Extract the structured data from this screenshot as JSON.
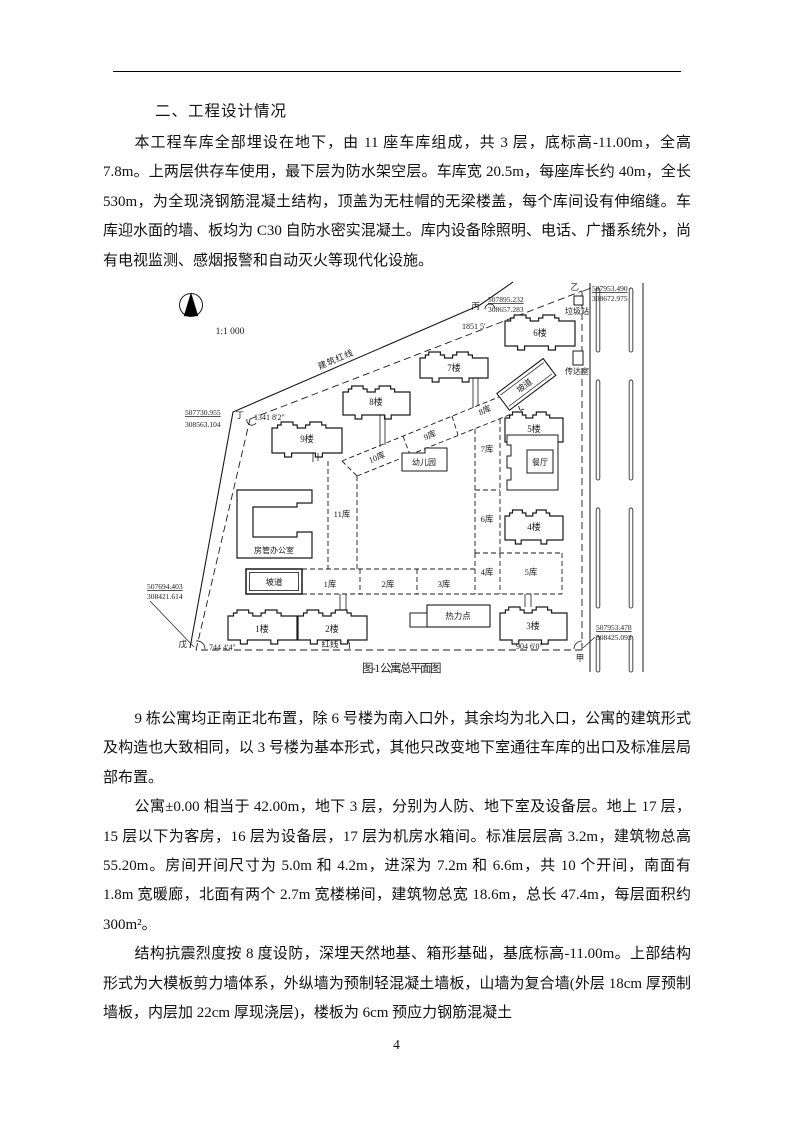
{
  "doc": {
    "heading": "二、工程设计情况",
    "paragraphs": [
      "本工程车库全部埋设在地下，由 11 座车库组成，共 3 层，底标高-11.00m，全高 7.8m。上两层供存车使用，最下层为防水架空层。车库宽 20.5m，每座库长约 40m，全长 530m，为全现浇钢筋混凝土结构，顶盖为无柱帽的无梁楼盖，每个库间设有伸缩缝。车库迎水面的墙、板均为 C30 自防水密实混凝土。库内设备除照明、电话、广播系统外，尚有电视监测、感烟报警和自动灭火等现代化设施。",
      "9 栋公寓均正南正北布置，除 6 号楼为南入口外，其余均为北入口，公寓的建筑形式及构造也大致相同，以 3 号楼为基本形式，其他只改变地下室通往车库的出口及标准层局部布置。",
      "公寓±0.00 相当于 42.00m，地下 3 层，分别为人防、地下室及设备层。地上 17 层，15 层以下为客房，16 层为设备层，17 层为机房水箱间。标准层层高 3.2m，建筑物总高 55.20m。房间开间尺寸为 5.0m 和 4.2m，进深为 7.2m 和 6.6m，共 10 个开间，南面有 1.8m 宽暖廊，北面有两个 2.7m 宽楼梯间，建筑物总宽 18.6m，总长 47.4m，每层面积约 300m²。",
      "结构抗震烈度按 8 度设防，深埋天然地基、箱形基础，基底标高-11.00m。上部结构形式为大模板剪力墙体系，外纵墙为预制轻混凝土墙板，山墙为复合墙(外层 18cm 厚预制墙板，内层加 22cm 厚现浇层)，楼板为 6cm 预应力钢筋混凝土"
    ],
    "page_number": "4"
  },
  "diagram": {
    "caption": "图-1 公寓总平面图",
    "scale": "1:1 000",
    "icons": {
      "north_arrow": "north-arrow-icon"
    },
    "buildings": {
      "b1": "1楼",
      "b2": "2楼",
      "b3": "3楼",
      "b4": "4楼",
      "b5": "5楼",
      "b6": "6楼",
      "b7": "7楼",
      "b8": "8楼",
      "b9": "9楼"
    },
    "garages": {
      "g1": "1库",
      "g2": "2库",
      "g3": "3库",
      "g4": "4库",
      "g5": "5库",
      "g6": "6库",
      "g7": "7库",
      "g8": "8库",
      "g9": "9库",
      "g10": "10库",
      "g11": "11库"
    },
    "facilities": {
      "ramp_top": "坡道",
      "ramp_bottom": "坡道",
      "kindergarten": "幼儿园",
      "canteen": "餐厅",
      "housing_office": "房管办公室",
      "heating_point": "热力点",
      "garbage_station": "垃圾站",
      "reception": "传达室"
    },
    "boundary_labels": {
      "building_red_line": "建筑红线",
      "red_line": "红线"
    },
    "corners": {
      "jia": "甲",
      "yi": "乙",
      "bing": "丙",
      "ding": "丁",
      "wu": "戊"
    },
    "coordinates": {
      "yi": [
        "507953.490",
        "308672.975"
      ],
      "bing": [
        "507895.232",
        "308657.283"
      ],
      "ding": [
        "507730.955",
        "308563.104"
      ],
      "wu": [
        "507694.403",
        "308421.614"
      ],
      "jia": [
        "507953.478",
        "308425.093"
      ]
    },
    "angles": {
      "bing": "1851 5'",
      "ding": "1341 8'2\"",
      "wu": "744 4'4\"",
      "jia": "904 6'0\""
    }
  }
}
